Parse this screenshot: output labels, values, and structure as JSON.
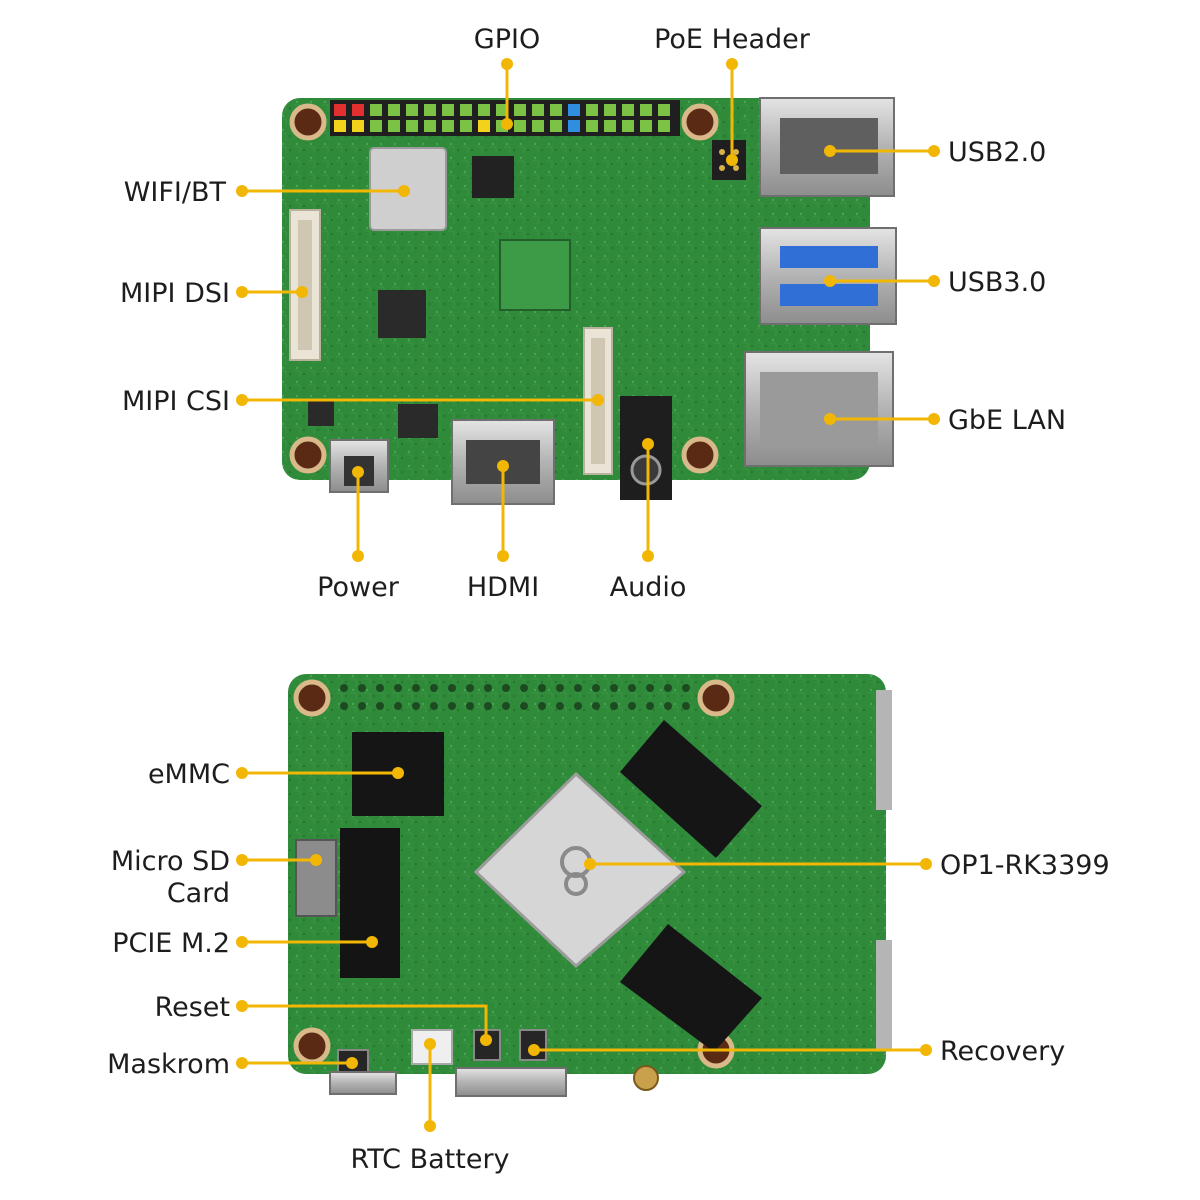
{
  "accent_color": "#f2b705",
  "board_color": "#2f8a3a",
  "top_view": {
    "labels": {
      "gpio": "GPIO",
      "poe_header": "PoE Header",
      "wifi_bt": "WIFI/BT",
      "mipi_dsi": "MIPI DSI",
      "mipi_csi": "MIPI CSI",
      "usb2": "USB2.0",
      "usb3": "USB3.0",
      "gbe_lan": "GbE LAN",
      "power": "Power",
      "hdmi": "HDMI",
      "audio": "Audio"
    }
  },
  "bottom_view": {
    "labels": {
      "emmc": "eMMC",
      "micro_sd_line1": "Micro SD",
      "micro_sd_line2": "Card",
      "pcie": "PCIE M.2",
      "reset": "Reset",
      "maskrom": "Maskrom",
      "rtc_battery": "RTC Battery",
      "soc": "OP1-RK3399",
      "recovery": "Recovery"
    }
  }
}
